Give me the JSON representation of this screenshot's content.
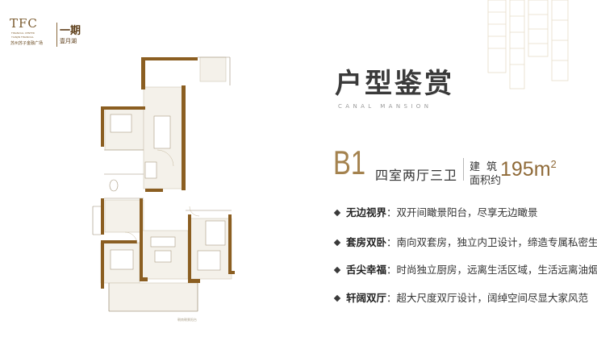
{
  "logo": {
    "mark": "TFC",
    "sub1": "FINANCIAL CENTER",
    "sub2": "TIANJIN FINANCIAL",
    "project_cn": "苏州苏子金融广场",
    "phase": "一期",
    "name": "壹月湖"
  },
  "title": "户型鉴赏",
  "subtitle": "CANAL MANSION",
  "unit": {
    "code": "B1",
    "type": "四室两厅三卫",
    "area_label_line1": "建筑",
    "area_label_line2": "面积约",
    "area_value": "195",
    "area_unit": "m",
    "area_unit_sup": "2"
  },
  "features": [
    {
      "label": "无边视界",
      "text": "：双开间瞰景阳台，尽享无边瞰景"
    },
    {
      "label": "套房双卧",
      "text": "：南向双套房，独立内卫设计，缔造专属私密生活"
    },
    {
      "label": "舌尖幸福",
      "text": "：时尚独立厨房，远离生活区域，生活远离油烟侵扰"
    },
    {
      "label": "轩阔双厅",
      "text": "：超大尺度双厅设计，阔绰空间尽显大家风范"
    }
  ],
  "colors": {
    "gold": "#a4824e",
    "wall": "#8b5e21",
    "text": "#333333"
  }
}
